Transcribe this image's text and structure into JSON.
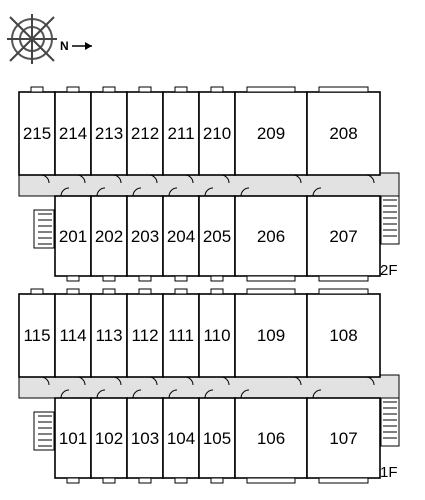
{
  "compass": {
    "north_label": "N",
    "icon": "compass-rose-icon"
  },
  "floors": [
    {
      "label": "2F",
      "upper_units": [
        "215",
        "214",
        "213",
        "212",
        "211",
        "210",
        "209",
        "208"
      ],
      "lower_units": [
        "201",
        "202",
        "203",
        "204",
        "205",
        "206",
        "207"
      ]
    },
    {
      "label": "1F",
      "upper_units": [
        "115",
        "114",
        "113",
        "112",
        "111",
        "110",
        "109",
        "108"
      ],
      "lower_units": [
        "101",
        "102",
        "103",
        "104",
        "105",
        "106",
        "107"
      ]
    }
  ],
  "colors": {
    "corridor": "#e2e2e2",
    "lines": "#000000"
  }
}
